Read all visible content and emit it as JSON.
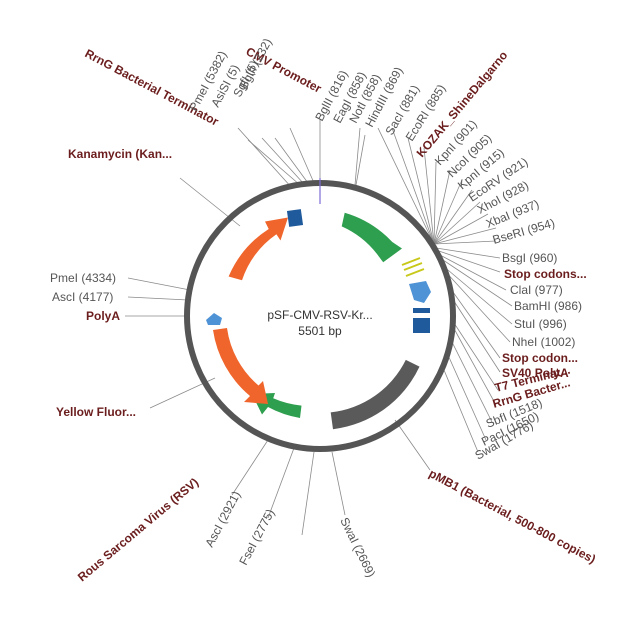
{
  "plasmid": {
    "name": "pSF-CMV-RSV-Kr...",
    "size": "5501 bp"
  },
  "colors": {
    "backbone": "#555555",
    "green": "#2e9e4f",
    "orange": "#f0652b",
    "gray": "#5a5a5a",
    "navy": "#1f5a9c",
    "light_blue": "#4e93d6",
    "yellow": "#c8c81a",
    "feature_text": "#6b1d1d",
    "site_text": "#555555"
  },
  "features": [
    {
      "id": "cmv-promoter",
      "label": "CMV Promoter",
      "shape": "arrow",
      "color": "green"
    },
    {
      "id": "kozak",
      "label": "KOZAK_ShineDalgarno",
      "shape": "box",
      "color": "navy"
    },
    {
      "id": "stop-codons-1",
      "label": "Stop codons...",
      "shape": "tick",
      "color": "yellow"
    },
    {
      "id": "stop-codons-2",
      "label": "Stop codon...",
      "shape": "tick",
      "color": "yellow"
    },
    {
      "id": "sv40-polya",
      "label": "SV40 PolyA",
      "shape": "arrow",
      "color": "light_blue"
    },
    {
      "id": "t7-terminator",
      "label": "T7 Terminat...",
      "shape": "box",
      "color": "navy"
    },
    {
      "id": "rrng-bacterial-1",
      "label": "RrnG Bacter...",
      "shape": "box",
      "color": "navy"
    },
    {
      "id": "pmb1",
      "label": "pMB1 (Bacterial, 500-800 copies)",
      "shape": "arc",
      "color": "gray"
    },
    {
      "id": "rsv",
      "label": "Rous Sarcoma Virus (RSV)",
      "shape": "arrow",
      "color": "green"
    },
    {
      "id": "yellow-fluor",
      "label": "Yellow Fluor...",
      "shape": "arrow",
      "color": "orange"
    },
    {
      "id": "polya",
      "label": "PolyA",
      "shape": "arrow",
      "color": "light_blue"
    },
    {
      "id": "kanamycin",
      "label": "Kanamycin (Kan...",
      "shape": "arrow",
      "color": "orange"
    },
    {
      "id": "rrng-bacterial-terminator",
      "label": "RrnG Bacterial Terminator",
      "shape": "box",
      "color": "navy"
    }
  ],
  "sites": [
    {
      "id": "bglii-816",
      "label": "BglII (816)"
    },
    {
      "id": "eagi-858",
      "label": "EagI (858)"
    },
    {
      "id": "noti-858",
      "label": "NotI (858)"
    },
    {
      "id": "hindiii-869",
      "label": "HindIII (869)"
    },
    {
      "id": "saci-881",
      "label": "SacI (881)"
    },
    {
      "id": "ecori-885",
      "label": "EcoRI (885)"
    },
    {
      "id": "kpni-901",
      "label": "KpnI (901)"
    },
    {
      "id": "ncoi-905",
      "label": "NcoI (905)"
    },
    {
      "id": "kpni-915",
      "label": "KpnI (915)"
    },
    {
      "id": "ecorv-921",
      "label": "EcoRV (921)"
    },
    {
      "id": "xhoi-928",
      "label": "XhoI (928)"
    },
    {
      "id": "xbai-937",
      "label": "XbaI (937)"
    },
    {
      "id": "bseri-954",
      "label": "BseRI (954)"
    },
    {
      "id": "bsgi-960",
      "label": "BsgI (960)"
    },
    {
      "id": "clai-977",
      "label": "ClaI (977)"
    },
    {
      "id": "bamhi-986",
      "label": "BamHI (986)"
    },
    {
      "id": "stui-996",
      "label": "StuI (996)"
    },
    {
      "id": "nhei-1002",
      "label": "NheI (1002)"
    },
    {
      "id": "sbfi-1518",
      "label": "SbfI (1518)"
    },
    {
      "id": "paci-1650",
      "label": "PacI (1650)"
    },
    {
      "id": "swai-1776",
      "label": "SwaI (1776)"
    },
    {
      "id": "swai-2669",
      "label": "SwaI (2669)"
    },
    {
      "id": "fsei-2775",
      "label": "FseI (2775)"
    },
    {
      "id": "asci-2921",
      "label": "AscI (2921)"
    },
    {
      "id": "asci-4177",
      "label": "AscI (4177)"
    },
    {
      "id": "pmei-4334",
      "label": "PmeI (4334)"
    },
    {
      "id": "pmei-5382",
      "label": "PmeI (5382)"
    },
    {
      "id": "asisi-5",
      "label": "AsiSI (5)"
    },
    {
      "id": "sgfi-5",
      "label": "SgfI (5)"
    },
    {
      "id": "bglii-232",
      "label": "BglII (232)"
    }
  ]
}
